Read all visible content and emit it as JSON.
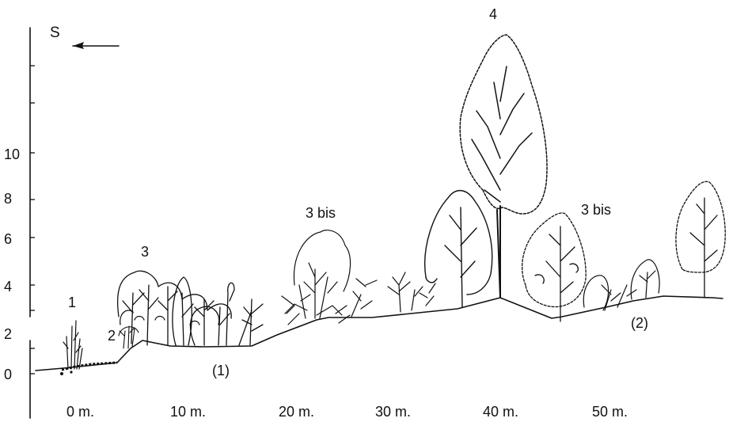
{
  "diagram": {
    "compass": {
      "label": "S"
    },
    "y_axis_ticks": [
      "0",
      "2",
      "4",
      "6",
      "8",
      "10"
    ],
    "x_axis_ticks": [
      "0 m.",
      "10 m.",
      "20 m.",
      "30 m.",
      "40 m.",
      "50 m."
    ],
    "zone_labels": [
      "1",
      "2",
      "3",
      "3 bis",
      "4",
      "3 bis"
    ],
    "section_labels": [
      "(1)",
      "(2)"
    ]
  }
}
